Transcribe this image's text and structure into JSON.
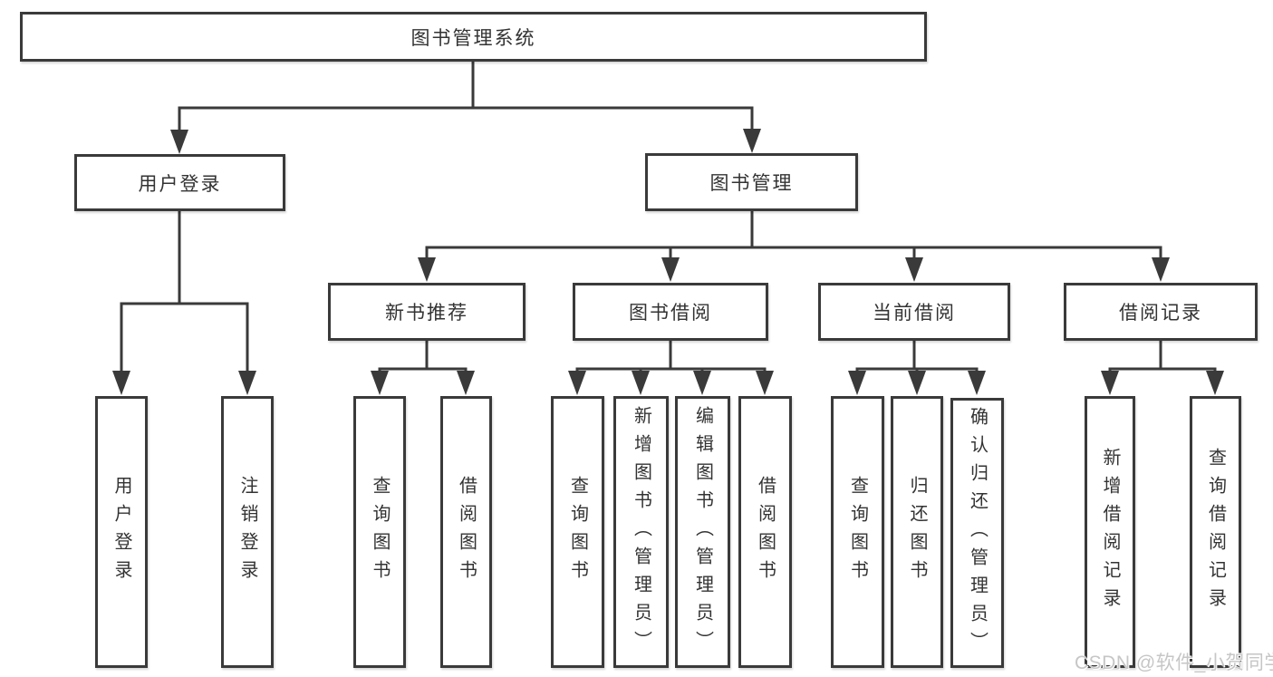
{
  "tree": {
    "root": {
      "label": "图书管理系统"
    },
    "children": [
      {
        "label": "用户登录",
        "children": [
          {
            "label": "用户登录"
          },
          {
            "label": "注销登录"
          }
        ]
      },
      {
        "label": "图书管理",
        "children": [
          {
            "label": "新书推荐",
            "children": [
              {
                "label": "查询图书"
              },
              {
                "label": "借阅图书"
              }
            ]
          },
          {
            "label": "图书借阅",
            "children": [
              {
                "label": "查询图书"
              },
              {
                "label": "新增图书（管理员）"
              },
              {
                "label": "编辑图书（管理员）"
              },
              {
                "label": "借阅图书"
              }
            ]
          },
          {
            "label": "当前借阅",
            "children": [
              {
                "label": "查询图书"
              },
              {
                "label": "归还图书"
              },
              {
                "label": "确认归还（管理员）"
              }
            ]
          },
          {
            "label": "借阅记录",
            "children": [
              {
                "label": "新增借阅记录"
              },
              {
                "label": "查询借阅记录"
              }
            ]
          }
        ]
      }
    ]
  },
  "watermark": "CSDN @软件_小贺同学",
  "colors": {
    "line": "#3a3a3a",
    "text": "#333333",
    "background": "#ffffff",
    "watermark": "#c6c6c6"
  }
}
